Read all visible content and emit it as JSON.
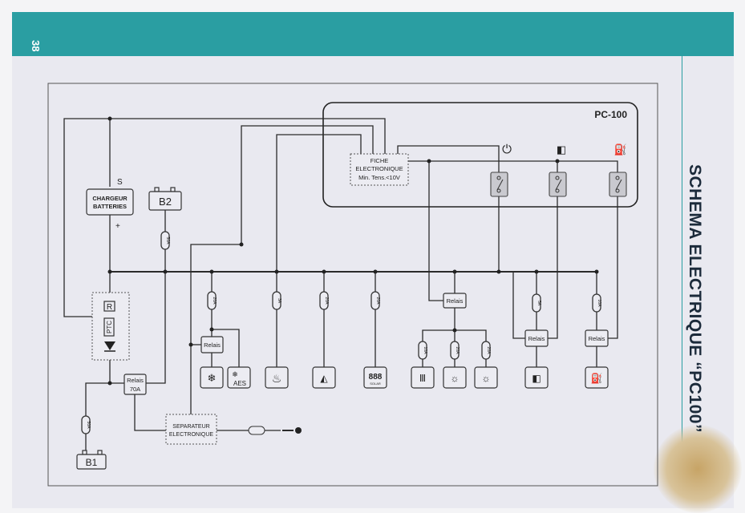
{
  "page_number": "38",
  "title": "SCHEMA ELECTRIQUE “PC100”",
  "diagram": {
    "panel_name": "PC-100",
    "fiche": [
      "FICHE",
      "ELECTRONIQUE",
      "Min. Tens.<10V"
    ],
    "chargeur": [
      "CHARGEUR",
      "BATTERIES"
    ],
    "charger_s": "S",
    "charger_plus": "+",
    "battery_b1": "B1",
    "battery_b2": "B2",
    "ptc_r": "R",
    "ptc": "PTC",
    "relay_70a": [
      "Relais",
      "70A"
    ],
    "relay": "Relais",
    "separateur": [
      "SEPARATEUR",
      "ELECTRONIQUE"
    ],
    "aes": "AES",
    "solar": "SOLAR",
    "fuses": {
      "b2": "50A",
      "b1": "50A",
      "fridge": "20A",
      "heater": "3A",
      "gas": "20A",
      "solar": "20A",
      "rad": "10A",
      "light_a": "20A",
      "light_b": "20A",
      "lamp": "5A",
      "pump": "10A"
    },
    "icons": {
      "power": "power-icon",
      "lamp": "lamp-icon",
      "pump": "water-pump-icon",
      "fridge": "snowflake-icon",
      "heater": "flame-icon",
      "gas": "gas-icon",
      "solar": "solar-panel-icon",
      "radiator": "radiator-icon",
      "light_a": "light-a-icon",
      "light_b": "light-b-icon",
      "plug": "plug-icon"
    }
  }
}
